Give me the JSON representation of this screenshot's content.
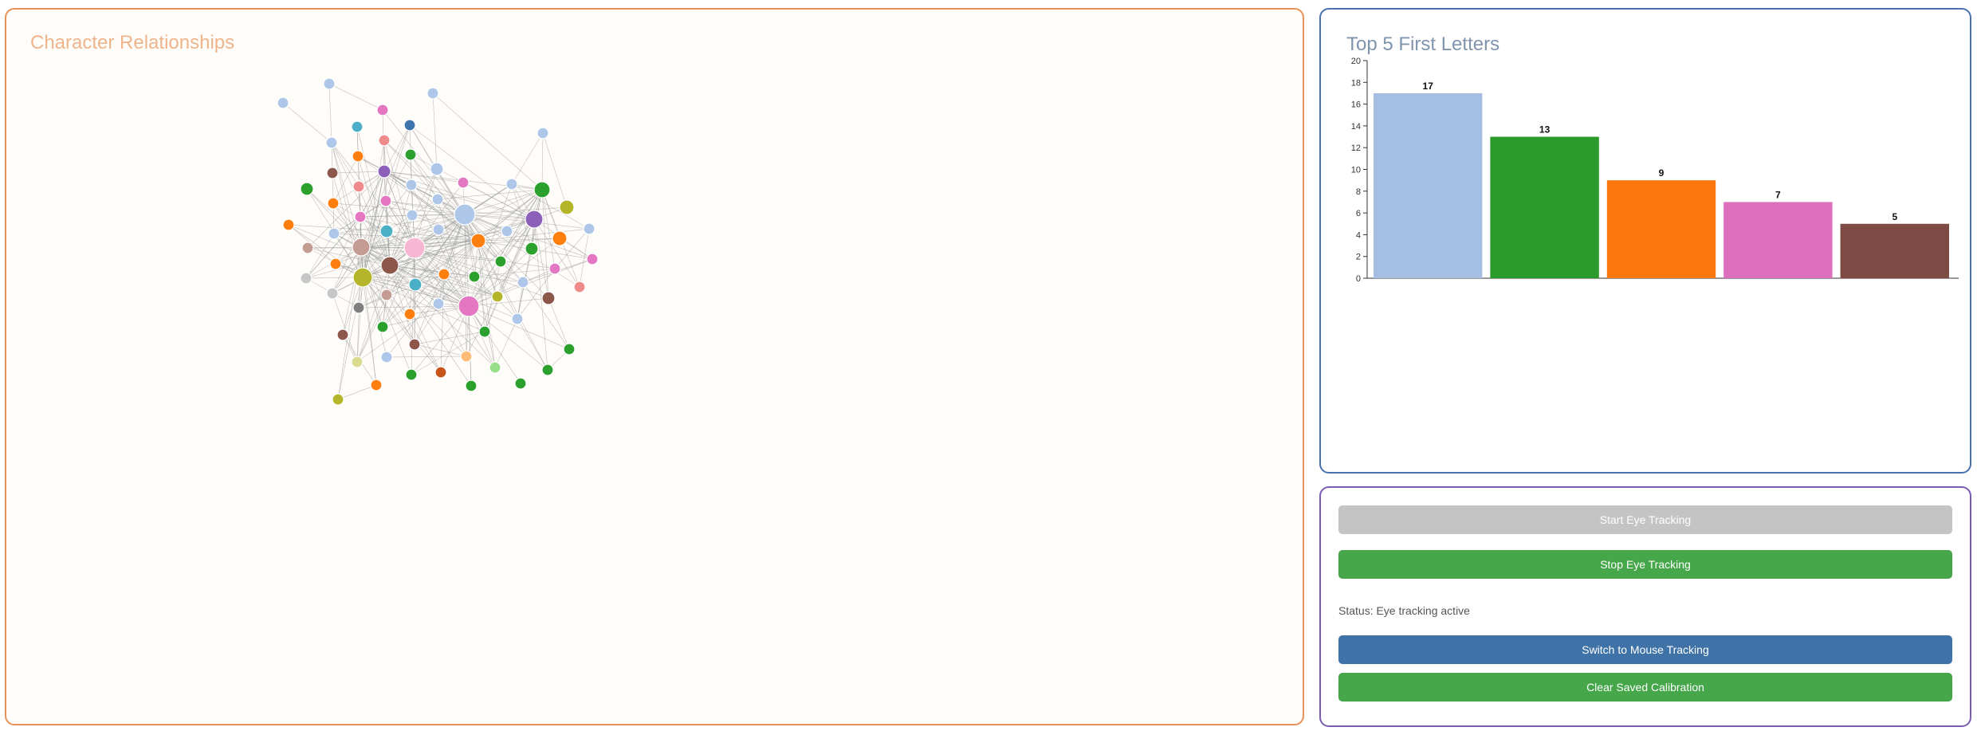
{
  "graph": {
    "title": "Character Relationships",
    "edge_color": "#9a9a9a"
  },
  "bar_chart": {
    "title": "Top 5 First Letters"
  },
  "chart_data": {
    "type": "bar",
    "categories": [
      "",
      "",
      "",
      "",
      ""
    ],
    "values": [
      17,
      13,
      9,
      7,
      5
    ],
    "colors": [
      "#a5bfe3",
      "#2a9a2a",
      "#fd770f",
      "#de6fbd",
      "#7d4a44"
    ],
    "ylim": [
      0,
      20
    ],
    "yticks": [
      0,
      2,
      4,
      6,
      8,
      10,
      12,
      14,
      16,
      18,
      20
    ],
    "title": "Top 5 First Letters",
    "xlabel": "",
    "ylabel": ""
  },
  "controls": {
    "start_label": "Start Eye Tracking",
    "stop_label": "Stop Eye Tracking",
    "status_text": "Status: Eye tracking active",
    "mouse_label": "Switch to Mouse Tracking",
    "clear_label": "Clear Saved Calibration"
  }
}
